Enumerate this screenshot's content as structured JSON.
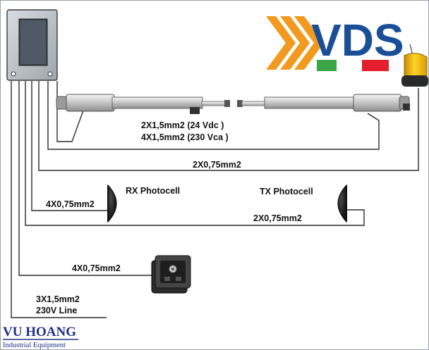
{
  "brand": {
    "vds_text": "VDS",
    "colors": {
      "chevron_orange": "#f29a1f",
      "vds_blue": "#1a4f98",
      "green": "#3aa648",
      "red": "#e31e2d"
    }
  },
  "components": {
    "control_box": "control-unit",
    "actuators": "linear-actuators",
    "flashing_lamp": "flashing-lamp",
    "key_switch": "key-selector-switch"
  },
  "labels": {
    "motor_cable_dc": "2X1,5mm2 (24 Vdc )",
    "motor_cable_ac": "4X1,5mm2 (230 Vca )",
    "lamp_cable": "2X0,75mm2",
    "rx_title": "RX Photocell",
    "rx_cable": "4X0,75mm2",
    "tx_title": "TX Photocell",
    "tx_cable": "2X0,75mm2",
    "key_cable": "4X0,75mm2",
    "power_line_1": "3X1,5mm2",
    "power_line_2": "230V Line"
  },
  "footer": {
    "company": "VU HOANG",
    "tagline": "Industrial Equipment"
  }
}
